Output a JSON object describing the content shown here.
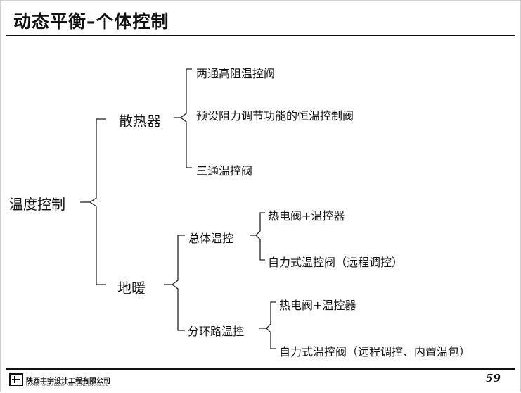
{
  "title": "动态平衡–个体控制",
  "root": "温度控制",
  "branches": {
    "radiator": {
      "label": "散热器",
      "items": [
        "两通高阻温控阀",
        "预设阻力调节功能的恒温控制阀",
        "三通温控阀"
      ]
    },
    "floor_heating": {
      "label": "地暖",
      "groups": [
        {
          "label": "总体温控",
          "items": [
            "热电阀+温控器",
            "自力式温控阀（远程调控）"
          ]
        },
        {
          "label": "分环路温控",
          "items": [
            "热电阀+温控器",
            "自力式温控阀（远程调控、内置温包）"
          ]
        }
      ]
    }
  },
  "footer": {
    "company": "陕西丰宇设计工程有限公司",
    "company_en": "SHAANXI FENGYU DESIGN AND ENGINEERING CO.,LTD",
    "page": "59"
  }
}
